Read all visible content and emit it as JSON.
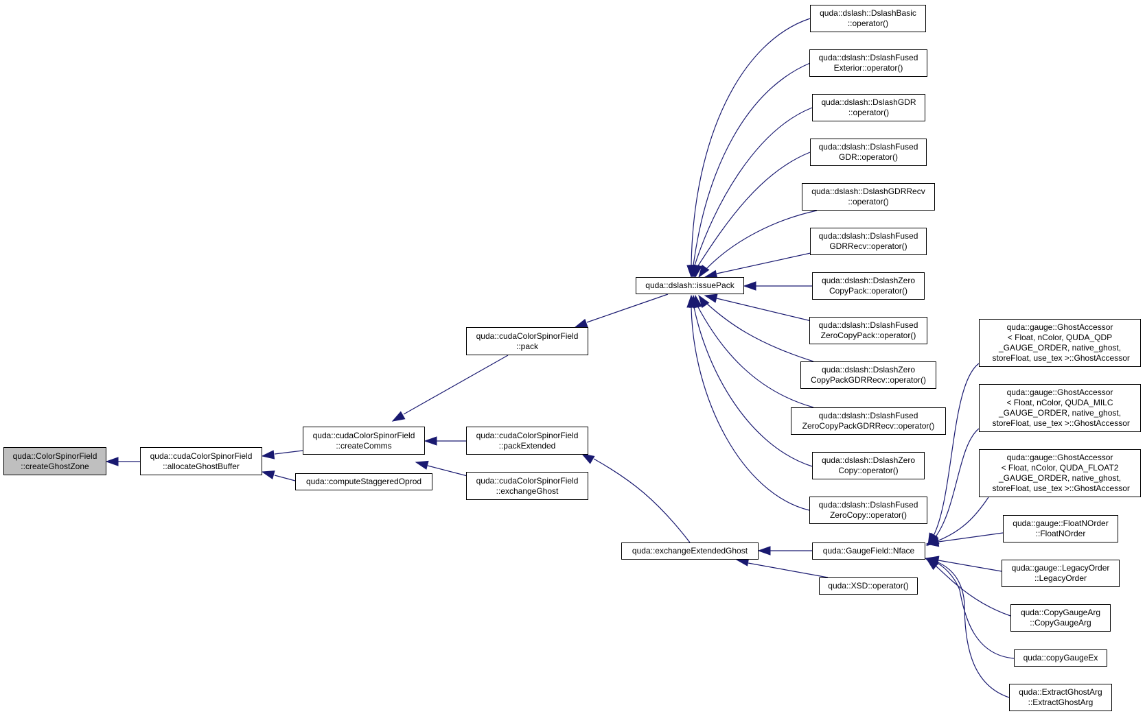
{
  "colors": {
    "edge": "#191970",
    "border": "#000000",
    "root_fill": "#bfbfbf",
    "node_fill": "#ffffff"
  },
  "nodes": {
    "create_ghost_zone": [
      "quda::ColorSpinorField",
      "::createGhostZone"
    ],
    "allocate_ghost_buffer": [
      "quda::cudaColorSpinorField",
      "::allocateGhostBuffer"
    ],
    "create_comms": [
      "quda::cudaColorSpinorField",
      "::createComms"
    ],
    "compute_staggered_oprod": [
      "quda::computeStaggeredOprod"
    ],
    "pack": [
      "quda::cudaColorSpinorField",
      "::pack"
    ],
    "pack_extended": [
      "quda::cudaColorSpinorField",
      "::packExtended"
    ],
    "exchange_ghost": [
      "quda::cudaColorSpinorField",
      "::exchangeGhost"
    ],
    "issue_pack": [
      "quda::dslash::issuePack"
    ],
    "exchange_extended_ghost": [
      "quda::exchangeExtendedGhost"
    ],
    "dslash_basic": [
      "quda::dslash::DslashBasic",
      "::operator()"
    ],
    "dslash_fused_exterior": [
      "quda::dslash::DslashFused",
      "Exterior::operator()"
    ],
    "dslash_gdr": [
      "quda::dslash::DslashGDR",
      "::operator()"
    ],
    "dslash_fused_gdr": [
      "quda::dslash::DslashFused",
      "GDR::operator()"
    ],
    "dslash_gdr_recv": [
      "quda::dslash::DslashGDRRecv",
      "::operator()"
    ],
    "dslash_fused_gdr_recv": [
      "quda::dslash::DslashFused",
      "GDRRecv::operator()"
    ],
    "dslash_zero_copy_pack": [
      "quda::dslash::DslashZero",
      "CopyPack::operator()"
    ],
    "dslash_fused_zero_copy_pack": [
      "quda::dslash::DslashFused",
      "ZeroCopyPack::operator()"
    ],
    "dslash_zero_copy_pack_gdr_recv": [
      "quda::dslash::DslashZero",
      "CopyPackGDRRecv::operator()"
    ],
    "dslash_fused_zero_copy_pack_gdr_recv": [
      "quda::dslash::DslashFused",
      "ZeroCopyPackGDRRecv::operator()"
    ],
    "dslash_zero_copy": [
      "quda::dslash::DslashZero",
      "Copy::operator()"
    ],
    "dslash_fused_zero_copy": [
      "quda::dslash::DslashFused",
      "ZeroCopy::operator()"
    ],
    "gauge_field_nface": [
      "quda::GaugeField::Nface"
    ],
    "xsd_operator": [
      "quda::XSD::operator()"
    ],
    "ghost_accessor_qdp": [
      "quda::gauge::GhostAccessor",
      "< Float, nColor, QUDA_QDP",
      "_GAUGE_ORDER, native_ghost,",
      " storeFloat, use_tex >::GhostAccessor"
    ],
    "ghost_accessor_milc": [
      "quda::gauge::GhostAccessor",
      "< Float, nColor, QUDA_MILC",
      "_GAUGE_ORDER, native_ghost,",
      " storeFloat, use_tex >::GhostAccessor"
    ],
    "ghost_accessor_float2": [
      "quda::gauge::GhostAccessor",
      "< Float, nColor, QUDA_FLOAT2",
      "_GAUGE_ORDER, native_ghost,",
      " storeFloat, use_tex >::GhostAccessor"
    ],
    "float_n_order": [
      "quda::gauge::FloatNOrder",
      "::FloatNOrder"
    ],
    "legacy_order": [
      "quda::gauge::LegacyOrder",
      "::LegacyOrder"
    ],
    "copy_gauge_arg": [
      "quda::CopyGaugeArg",
      "::CopyGaugeArg"
    ],
    "copy_gauge_ex": [
      "quda::copyGaugeEx"
    ],
    "extract_ghost_arg": [
      "quda::ExtractGhostArg",
      "::ExtractGhostArg"
    ]
  }
}
